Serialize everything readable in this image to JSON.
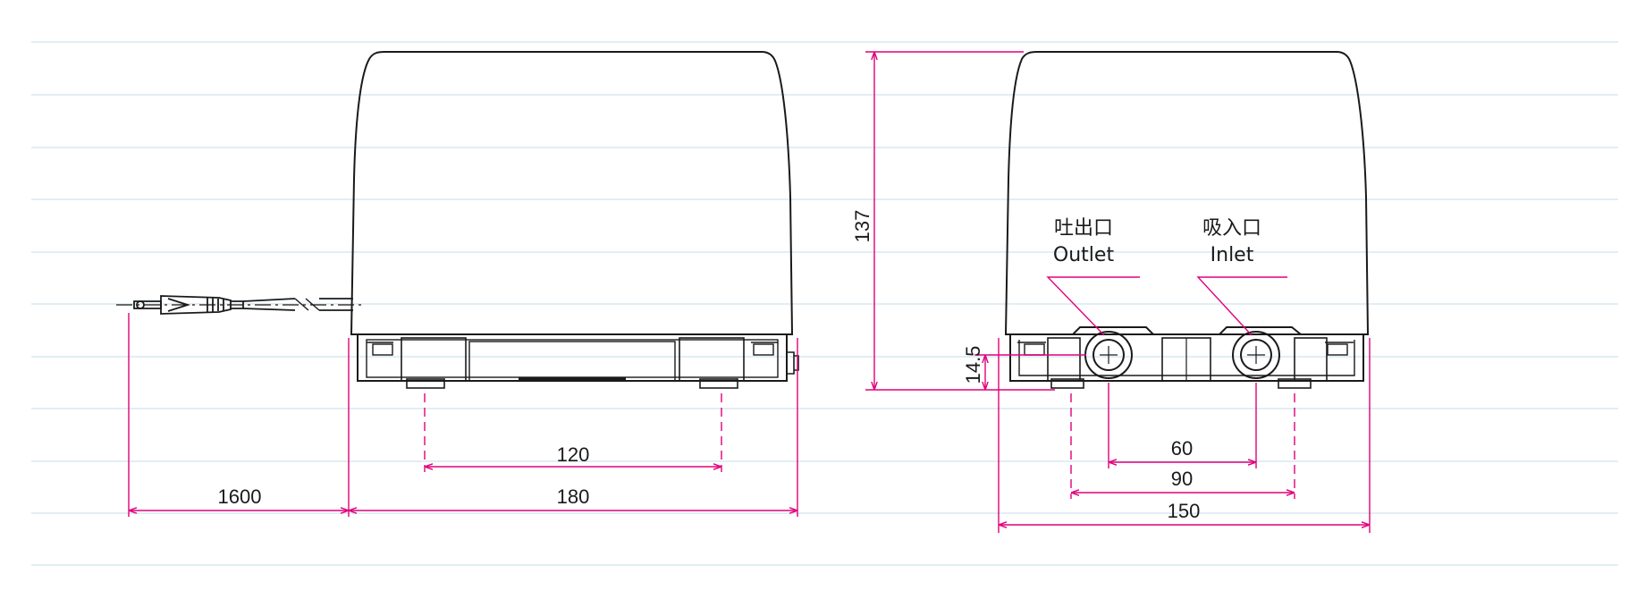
{
  "colors": {
    "background": "#ffffff",
    "ruled_line": "#cfe3ee",
    "outline": "#1a1a1a",
    "dimension": "#e0007a"
  },
  "side_view": {
    "dimensions": {
      "cord_length": "1600",
      "foot_spacing": "120",
      "overall_length": "180"
    }
  },
  "front_view": {
    "outlet_label_jp": "吐出口",
    "outlet_label_en": "Outlet",
    "inlet_label_jp": "吸入口",
    "inlet_label_en": "Inlet",
    "dimensions": {
      "height": "137",
      "port_height": "14.5",
      "port_spacing": "60",
      "foot_spacing": "90",
      "overall_width": "150"
    }
  }
}
